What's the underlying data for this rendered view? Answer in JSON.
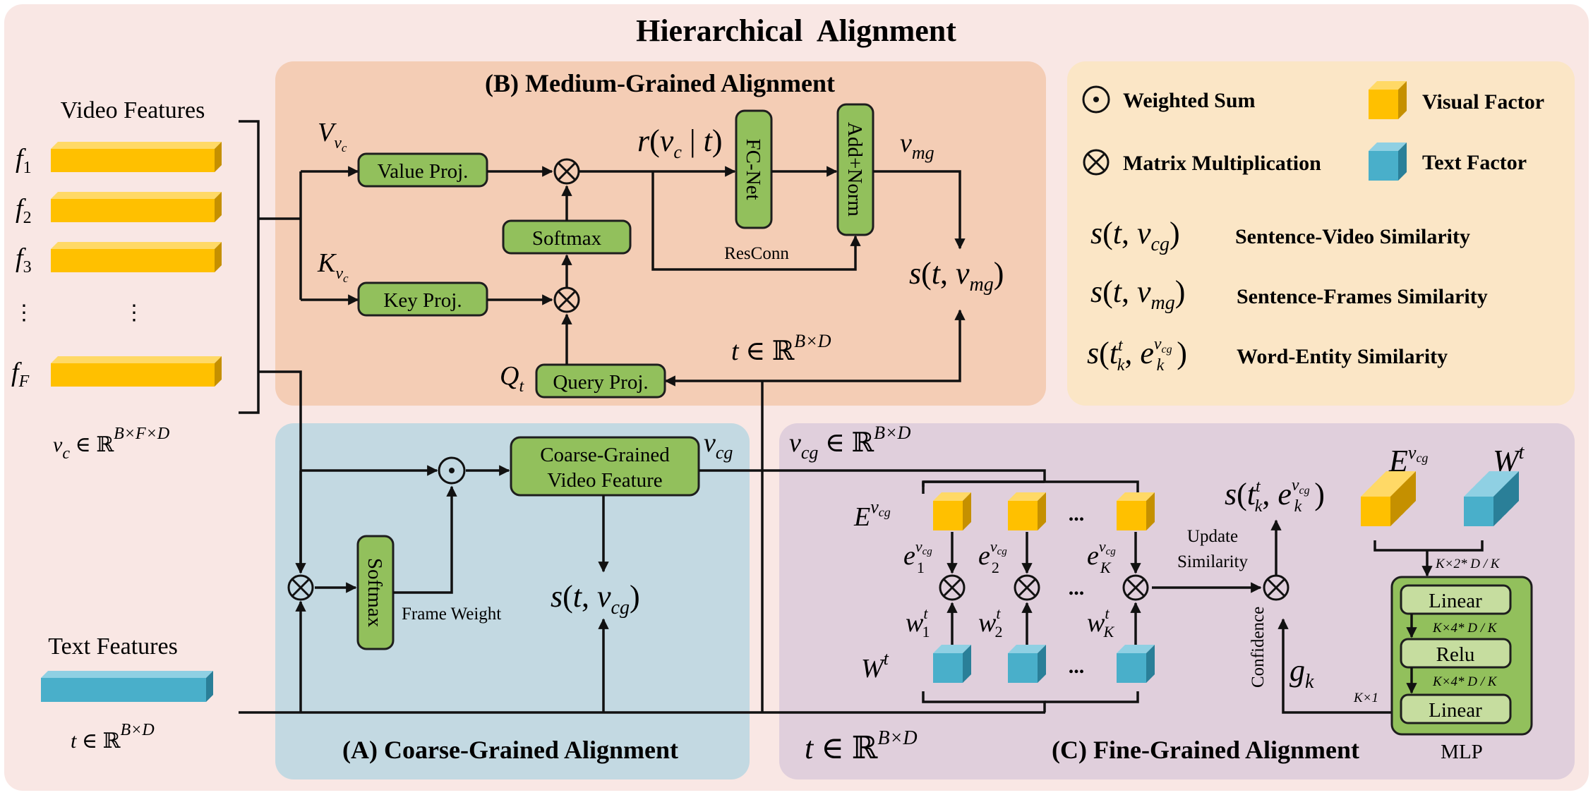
{
  "title": "Hierarchical  Alignment",
  "panels": {
    "medium": "(B) Medium-Grained Alignment",
    "coarse": "(A) Coarse-Grained Alignment",
    "fine": "(C) Fine-Grained Alignment"
  },
  "inputs": {
    "video_heading": "Video Features",
    "frames": [
      "f1",
      "f2",
      "f3",
      "fF"
    ],
    "video_shape": "vc ∈ ℝB×F×D",
    "text_heading": "Text Features",
    "text_shape": "t ∈ ℝB×D"
  },
  "medium": {
    "value_proj": "Value Proj.",
    "key_proj": "Key Proj.",
    "query_proj": "Query Proj.",
    "softmax": "Softmax",
    "fc_net": "FC-Net",
    "add_norm": "Add+Norm",
    "resconn": "ResConn",
    "t_shape": "t ∈ ℝB×D"
  },
  "coarse": {
    "softmax": "Softmax",
    "frame_weight": "Frame Weight",
    "feature_line1": "Coarse-Grained",
    "feature_line2": "Video Feature"
  },
  "fine": {
    "vcg_shape": "vcg ∈ ℝB×D",
    "t_shape": "t ∈ ℝB×D",
    "update": "Update",
    "similarity": "Similarity",
    "confidence": "Confidence",
    "ellipsis": "...",
    "mlp": {
      "title": "MLP",
      "linear1": "Linear",
      "relu": "Relu",
      "linear2": "Linear",
      "dim_in": "K×2* D / K",
      "dim_mid1": "K×4* D / K",
      "dim_mid2": "K×4* D / K",
      "dim_out": "K×1"
    }
  },
  "legend": {
    "weighted_sum": "Weighted Sum",
    "matrix_mult": "Matrix Multiplication",
    "visual_factor": "Visual Factor",
    "text_factor": "Text Factor",
    "sentence_video": "Sentence-Video Similarity",
    "sentence_frames": "Sentence-Frames Similarity",
    "word_entity": "Word-Entity Similarity"
  },
  "colors": {
    "outer_bg": "#f9e7e4",
    "medium_bg": "#f4cdb5",
    "coarse_bg": "#c3d9e2",
    "fine_bg": "#e0cfdc",
    "legend_bg": "#fbe6c6",
    "green_box": "#92c05c",
    "light_green": "#c6dd9f",
    "visual": "#ffc000",
    "text": "#49afca"
  }
}
